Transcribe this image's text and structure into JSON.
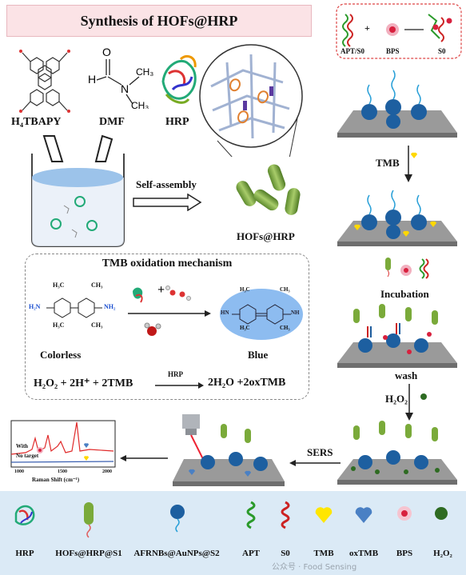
{
  "synthesis": {
    "title": "Synthesis of HOFs@HRP",
    "h4tbapy": "H₄TBAPY",
    "dmf": "DMF",
    "hrp": "HRP",
    "self_assembly": "Self-assembly",
    "product": "HOFs@HRP"
  },
  "aptamer_panel": {
    "apt_label": "APT/S0",
    "plus": "+",
    "bps_label": "BPS",
    "s0_label": "S0"
  },
  "mechanism": {
    "title": "TMB oxidation mechanism",
    "colorless": "Colorless",
    "blue": "Blue",
    "plus": "+",
    "equation_left": "H₂O₂ + 2H⁺ + 2TMB",
    "equation_arrow": "HRP",
    "equation_right": "2H₂O +2oxTMB",
    "left_groups": {
      "ch3": "CH₃",
      "h3c": "H₃C",
      "h2n": "H₂N",
      "nh2": "NH₂"
    },
    "right_groups": {
      "ch3": "CH₃",
      "h3c": "H₃C",
      "hn": "HN",
      "nh": "NH"
    }
  },
  "workflow": {
    "tmb": "TMB",
    "incubation": "Incubation",
    "wash": "wash",
    "h2o2": "H₂O₂",
    "sers": "SERS"
  },
  "spectrum": {
    "with_label": "With",
    "no_target_label": "No target",
    "xlabel": "Raman Shift (cm⁻¹)",
    "ticks": [
      "1000",
      "1500",
      "2000"
    ]
  },
  "legend": {
    "items": [
      "HRP",
      "HOFs@HRP@S1",
      "AFRNBs@AuNPs@S2",
      "APT",
      "S0",
      "TMB",
      "oxTMB",
      "BPS",
      "H₂O₂"
    ]
  },
  "watermark": "公众号 · Food Sensing"
}
